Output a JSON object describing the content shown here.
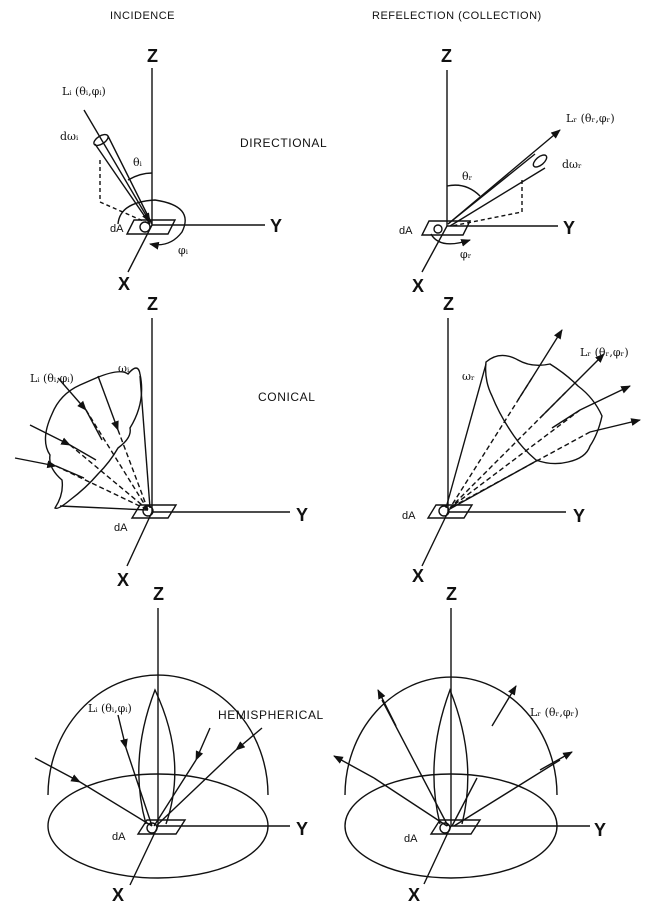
{
  "headers": {
    "incidence": "INCIDENCE",
    "reflection": "REFELECTION (COLLECTION)"
  },
  "rows": {
    "directional": "DIRECTIONAL",
    "conical": "CONICAL",
    "hemispherical": "HEMISPHERICAL"
  },
  "axes": {
    "z": "Z",
    "y": "Y",
    "x": "X"
  },
  "labels": {
    "area": "dA",
    "incident_radiance": "Lᵢ (θᵢ,φᵢ)",
    "reflected_radiance": "Lᵣ (θᵣ,φᵣ)",
    "d_omega_i": "dωᵢ",
    "d_omega_r": "dωᵣ",
    "theta_i": "θᵢ",
    "theta_r": "θᵣ",
    "phi_i": "φᵢ",
    "phi_r": "φᵣ",
    "omega_i": "ωᵢ",
    "omega_r": "ωᵣ"
  }
}
